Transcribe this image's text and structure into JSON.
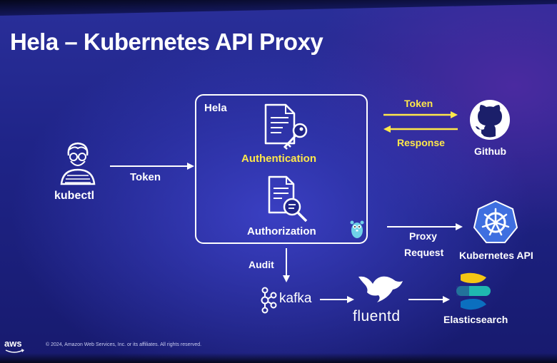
{
  "title": "Hela – Kubernetes API Proxy",
  "nodes": {
    "kubectl": "kubectl",
    "hela": "Hela",
    "authentication": "Authentication",
    "authorization": "Authorization",
    "github": "Github",
    "kubernetes_api": "Kubernetes API",
    "kafka": "kafka",
    "fluentd": "fluentd",
    "elasticsearch": "Elasticsearch"
  },
  "edges": {
    "kubectl_to_hela": "Token",
    "hela_to_github": "Token",
    "github_to_hela": "Response",
    "proxy_line1": "Proxy",
    "proxy_line2": "Request",
    "audit": "Audit"
  },
  "footer": {
    "brand": "aws",
    "copyright": "© 2024, Amazon Web Services, Inc. or its affiliates. All rights reserved."
  },
  "colors": {
    "background": "#1f2488",
    "highlight": "#ffe84a",
    "line": "#ffffff",
    "kubernetes": "#3f6fe0",
    "elastic_yellow": "#f4c614",
    "elastic_teal": "#1fb7b0",
    "elastic_blue": "#0b6fbf"
  },
  "icons": [
    "developer-avatar-icon",
    "document-key-icon",
    "document-search-icon",
    "gopher-icon",
    "github-icon",
    "kubernetes-icon",
    "kafka-icon",
    "fluentd-bird-icon",
    "elasticsearch-icon"
  ]
}
